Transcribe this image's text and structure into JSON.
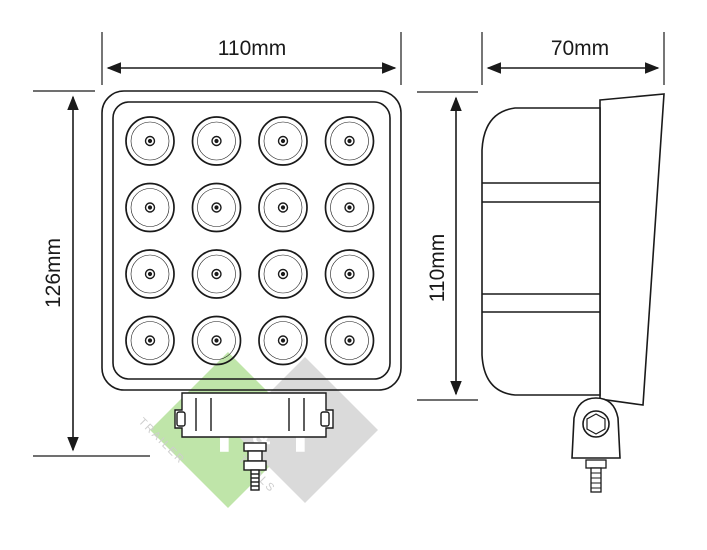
{
  "dimensions": {
    "front_width": "110mm",
    "front_height": "126mm",
    "side_depth": "70mm",
    "side_height": "110mm"
  },
  "led_grid": {
    "rows": 4,
    "cols": 4
  },
  "watermark": {
    "text_left": "TRAILER",
    "text_right": "TOOLS",
    "mark_left": "T",
    "mark_mid": "&",
    "mark_right": "T"
  },
  "colors": {
    "line": "#1a1a1a",
    "watermark_green": "#b9e3a0",
    "watermark_gray": "#d6d6d6"
  }
}
